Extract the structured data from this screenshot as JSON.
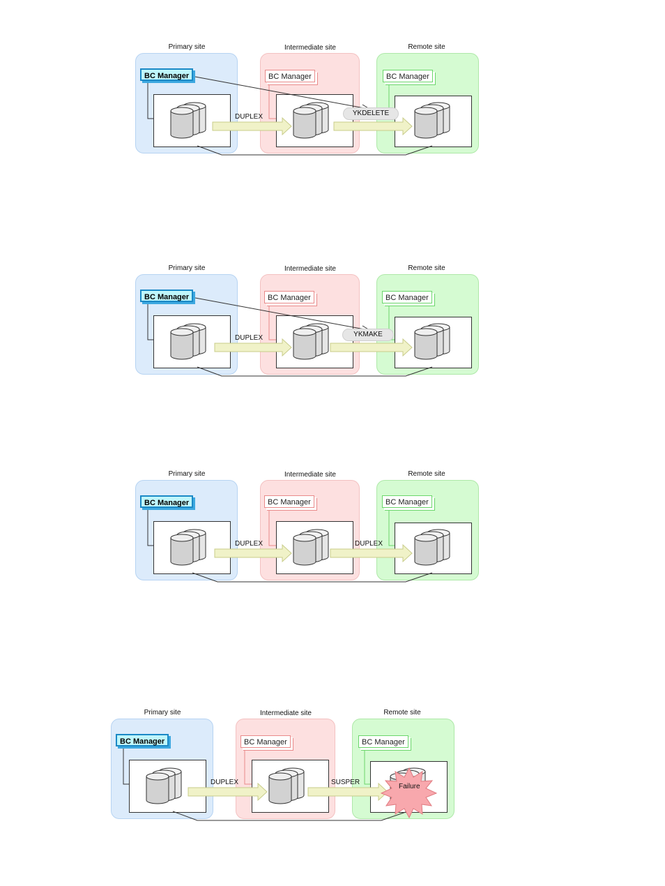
{
  "sites": {
    "primary": "Primary site",
    "intermediate": "Intermediate site",
    "remote": "Remote site"
  },
  "bc_manager_label": "BC Manager",
  "diagrams": [
    {
      "arrow1_label": "DUPLEX",
      "arrow2_label": "",
      "command_label": "YKDELETE"
    },
    {
      "arrow1_label": "DUPLEX",
      "arrow2_label": "",
      "command_label": "YKMAKE"
    },
    {
      "arrow1_label": "DUPLEX",
      "arrow2_label": "DUPLEX",
      "command_label": ""
    },
    {
      "arrow1_label": "DUPLEX",
      "arrow2_label": "SUSPER",
      "command_label": "",
      "failure_label": "Failure"
    }
  ],
  "colors": {
    "primary_site": "#dcebfb",
    "intermediate_site": "#fde0e0",
    "remote_site": "#d5fbd2",
    "arrow_fill": "#f0f2c8",
    "failure_fill": "#f8a8ad"
  }
}
